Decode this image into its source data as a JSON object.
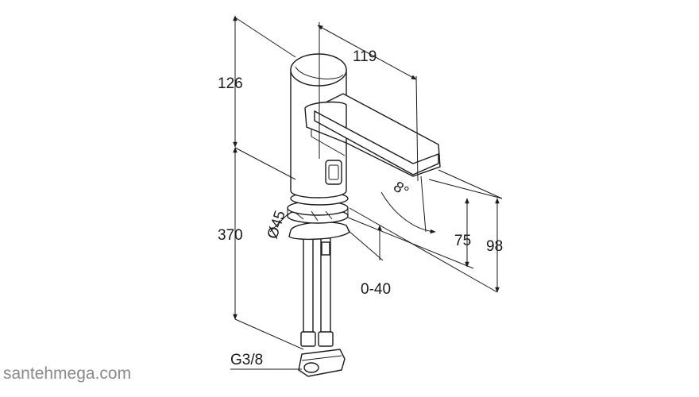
{
  "dimensions": {
    "spout_length": "119",
    "upper_height": "126",
    "lower_height": "370",
    "diameter": "Ø45",
    "angle": "8°",
    "clearance": "75",
    "total_height": "98",
    "adjustment": "0-40",
    "thread": "G3/8"
  },
  "watermark": "santehmega.com",
  "colors": {
    "line": "#1a1a1a",
    "watermark": "#8a8a8a",
    "background": "#ffffff"
  },
  "arrow_icon": "triangle-arrowhead"
}
